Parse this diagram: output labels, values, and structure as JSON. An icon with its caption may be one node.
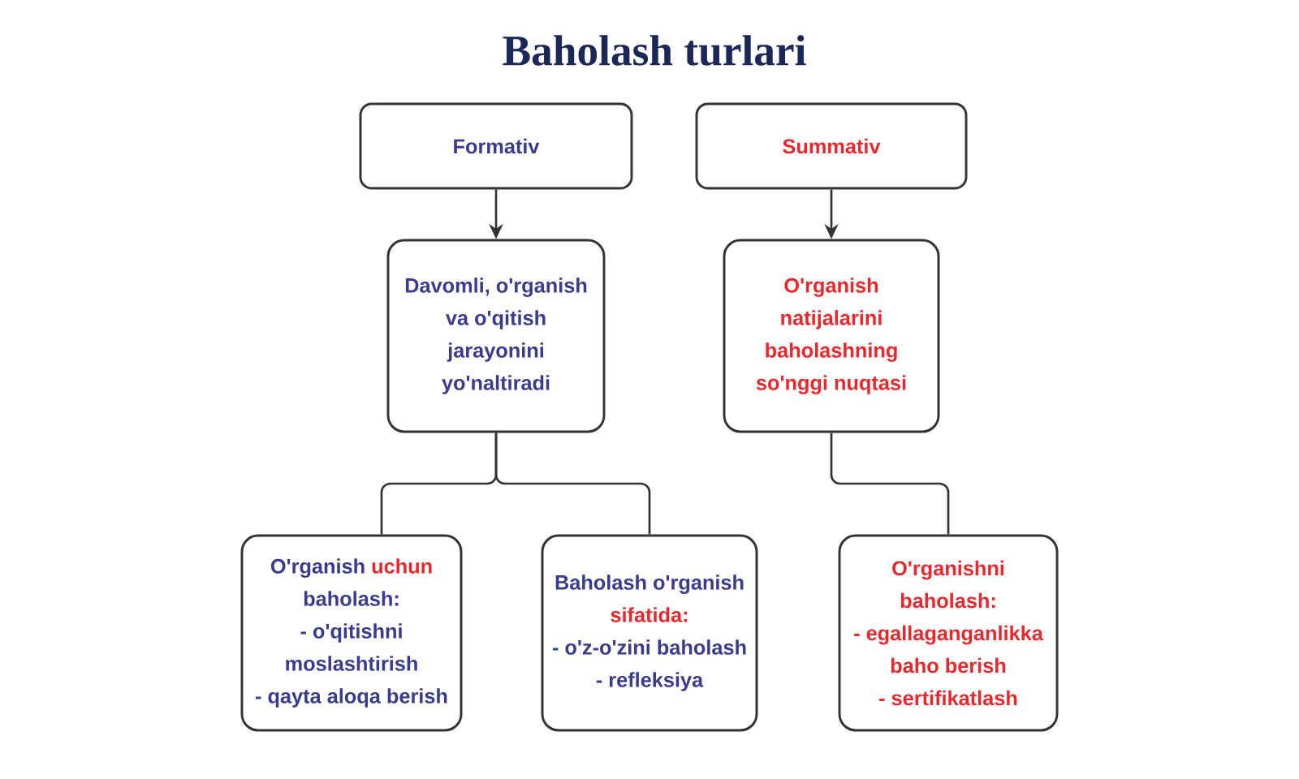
{
  "diagram": {
    "title": "Baholash turlari",
    "nodes": [
      {
        "text": [
          "Formativ"
        ]
      },
      {
        "text": [
          "Summativ"
        ]
      },
      {
        "text": [
          "Davomli, o'rganish va o'qitish jarayonini yo'naltiradi"
        ]
      },
      {
        "text": [
          "O'rganish natijalarini baholashning so'nggi nuqtasi"
        ]
      },
      {
        "text": [
          "O'rganish uchun baholash:",
          "- o'qitishni moslashtirish",
          "- qayta aloqa berish"
        ]
      },
      {
        "text": [
          "Baholash o'rganish sifatida:",
          "- o'z-o'zini baholash",
          "- refleksiya"
        ]
      },
      {
        "text": [
          "O'rganishni baholash:",
          "- egallaganganlikka baho berish",
          "- sertifikatlash"
        ]
      }
    ],
    "edges": [
      {
        "from": 0,
        "to": 2,
        "arrow": "to"
      },
      {
        "from": 1,
        "to": 3,
        "arrow": "to"
      },
      {
        "from": 2,
        "to": 4,
        "arrow": "none"
      },
      {
        "from": 2,
        "to": 5,
        "arrow": "none"
      },
      {
        "from": 3,
        "to": 6,
        "arrow": "none"
      }
    ]
  }
}
